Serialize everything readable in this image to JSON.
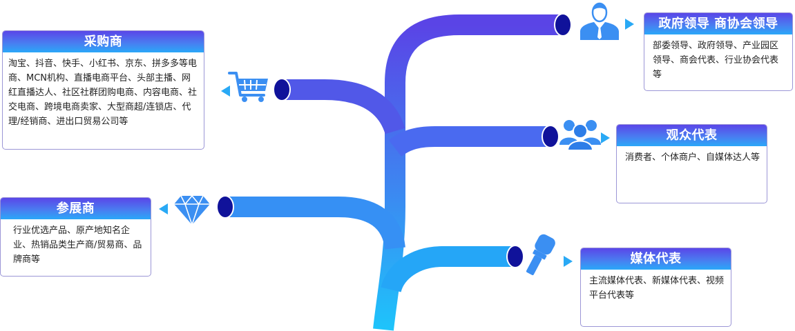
{
  "colors": {
    "primary": "#4a5ae8",
    "accent_light": "#29a9f5",
    "node_dark": "#10129a",
    "card_border": "#9b96d6"
  },
  "groups": {
    "government": {
      "title": "政府领导 商协会领导",
      "description": "部委领导、政府领导、产业园区领导、商会代表、行业协会代表等",
      "icon": "business-person-icon"
    },
    "audience": {
      "title": "观众代表",
      "description": "消费者、个体商户、自媒体达人等",
      "icon": "group-people-icon"
    },
    "media": {
      "title": "媒体代表",
      "description": "主流媒体代表、新媒体代表、视频平台代表等",
      "icon": "microphone-icon"
    },
    "buyers": {
      "title": "采购商",
      "description": "淘宝、抖音、快手、小红书、京东、拼多多等电商、MCN机构、直播电商平台、头部主播、网红直播达人、社区社群团购电商、内容电商、社交电商、跨境电商卖家、大型商超/连锁店、代理/经销商、进出口贸易公司等",
      "icon": "shopping-cart-icon"
    },
    "exhibitors": {
      "title": "参展商",
      "description": "行业优选产品、原产地知名企业、热销品类生产商/贸易商、品牌商等",
      "icon": "diamond-icon"
    }
  }
}
